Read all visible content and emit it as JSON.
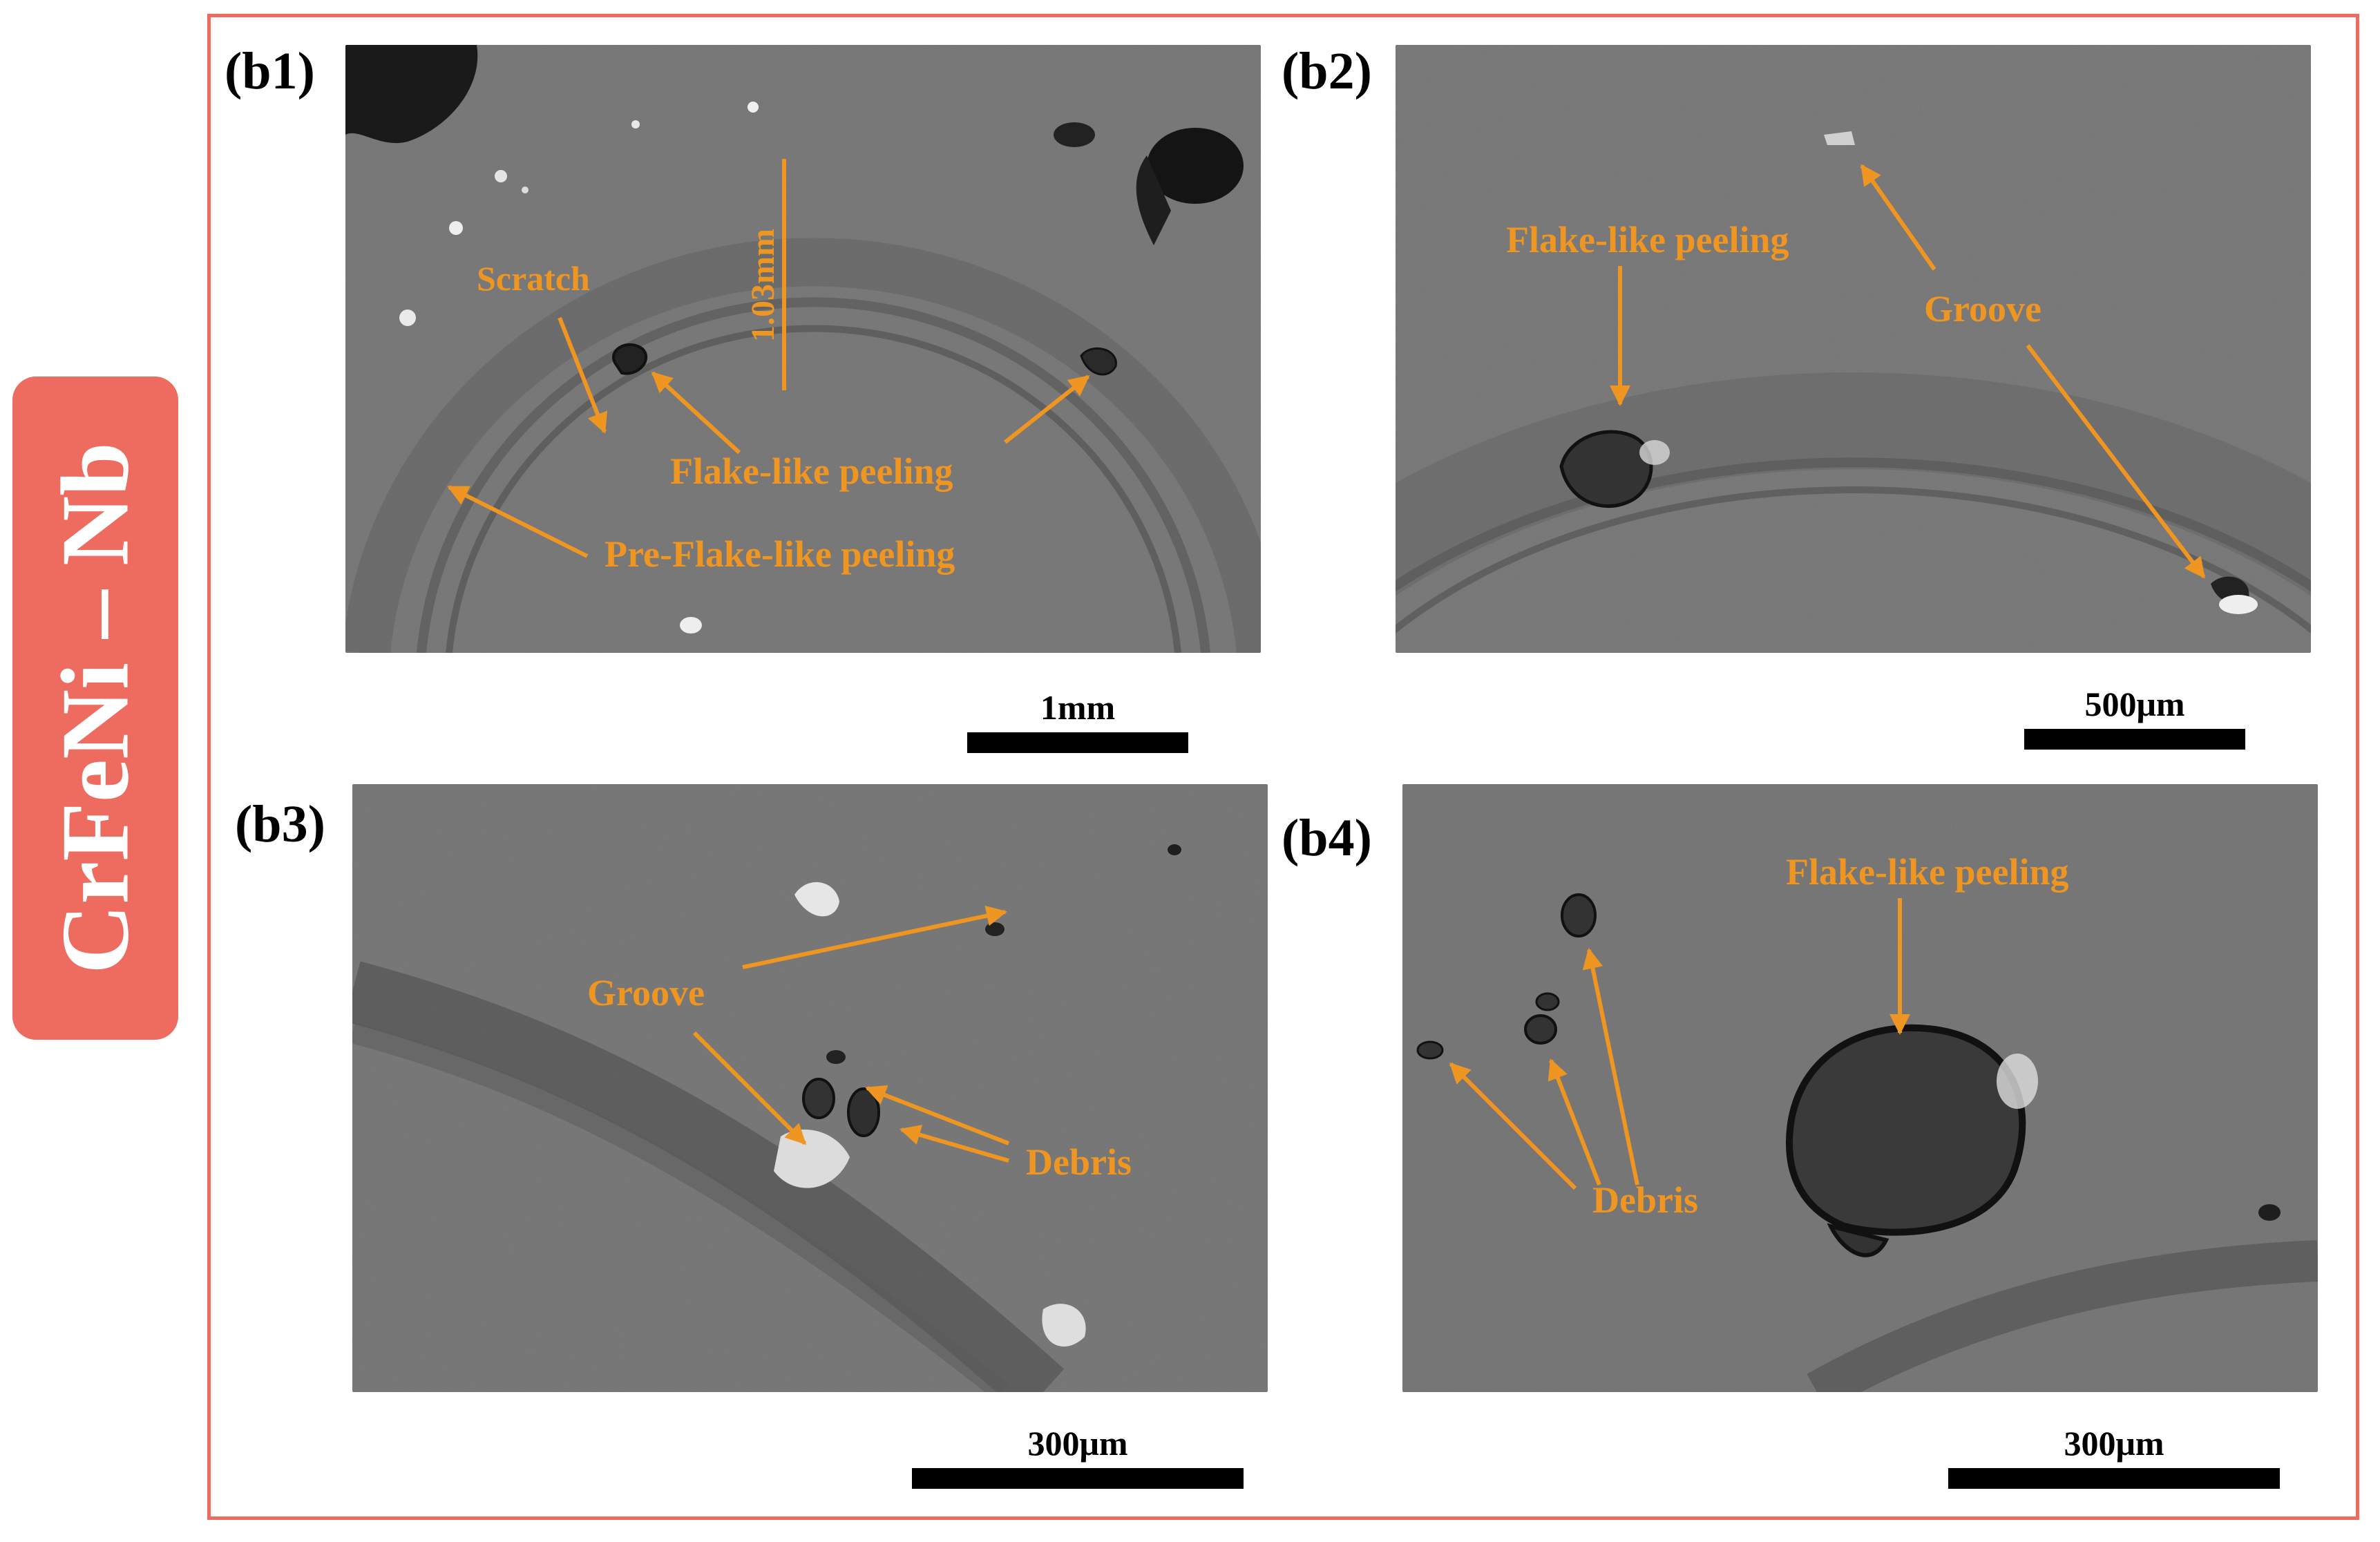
{
  "figure": {
    "side_label": "CrFeNi – Nb",
    "colors": {
      "accent": "#ee6b60",
      "annotation": "#ef9622",
      "micrograph_base": "#7a7a7a"
    },
    "panels": [
      {
        "tag": "(b1)",
        "scale": "1mm",
        "annotations": {
          "scratch": "Scratch",
          "width": "1.03mm",
          "flake_peeling": "Flake-like peeling",
          "pre_flake_peeling": "Pre-Flake-like peeling"
        }
      },
      {
        "tag": "(b2)",
        "scale": "500μm",
        "annotations": {
          "flake_peeling": "Flake-like peeling",
          "groove": "Groove"
        }
      },
      {
        "tag": "(b3)",
        "scale": "300μm",
        "annotations": {
          "groove": "Groove",
          "debris": "Debris"
        }
      },
      {
        "tag": "(b4)",
        "scale": "300μm",
        "annotations": {
          "flake_peeling": "Flake-like peeling",
          "debris": "Debris"
        }
      }
    ]
  }
}
